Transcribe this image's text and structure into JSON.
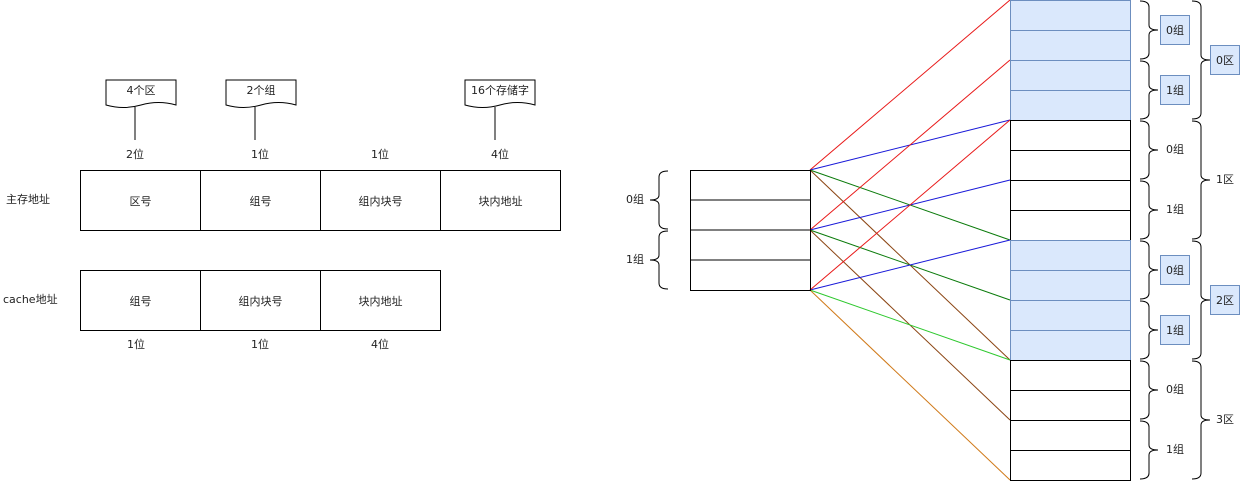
{
  "main_memory": {
    "label": "主存地址",
    "fields": [
      "区号",
      "组号",
      "组内块号",
      "块内地址"
    ],
    "bits": [
      "2位",
      "1位",
      "1位",
      "4位"
    ]
  },
  "cache": {
    "label": "cache地址",
    "fields": [
      "组号",
      "组内块号",
      "块内地址"
    ],
    "bits": [
      "1位",
      "1位",
      "4位"
    ]
  },
  "callouts": [
    "4个区",
    "2个组",
    "16个存储字"
  ],
  "cache_groups": [
    "0组",
    "1组"
  ],
  "zones": [
    {
      "label": "0区",
      "groups": [
        "0组",
        "1组"
      ],
      "highlighted": true
    },
    {
      "label": "1区",
      "groups": [
        "0组",
        "1组"
      ],
      "highlighted": false
    },
    {
      "label": "2区",
      "groups": [
        "0组",
        "1组"
      ],
      "highlighted": true
    },
    {
      "label": "3区",
      "groups": [
        "0组",
        "1组"
      ],
      "highlighted": false
    }
  ],
  "colors": {
    "block_fill": "#dae8fc",
    "block_stroke": "#6c8ebf",
    "red": "#e81818",
    "blue": "#1818d8",
    "dark_green": "#0a7a0a",
    "brown": "#8b4513",
    "green": "#2ec82e",
    "orange": "#d07a1a"
  }
}
